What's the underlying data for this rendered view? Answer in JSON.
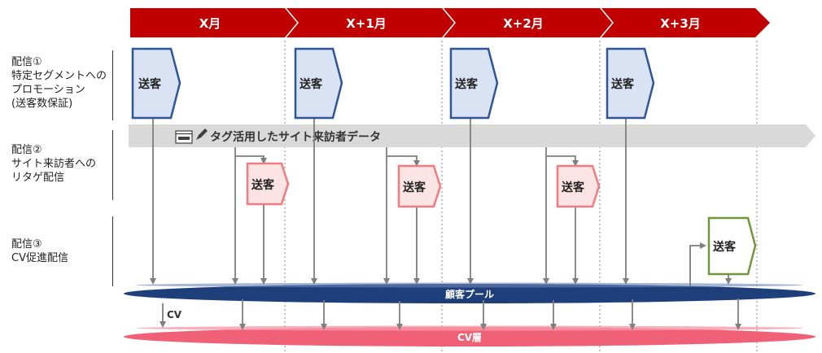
{
  "months": [
    "X月",
    "X+1月",
    "X+2月",
    "X+3月"
  ],
  "rows": [
    {
      "label": "配信①\n特定セグメントへの\nプロモーション\n(送客数保証)"
    },
    {
      "label": "配信②\nサイト来訪者への\nリタゲ配信"
    },
    {
      "label": "配信③\nCV促進配信"
    }
  ],
  "send_label": "送客",
  "tag_bar_label": "タグ活用したサイト来訪者データ",
  "pool_label": "顧客プール",
  "cv_layer_label": "CV層",
  "cv_label": "CV",
  "colors": {
    "month_red": "#c00000",
    "blue_border": "#2e5597",
    "blue_fill": "#dae3f3",
    "pink_border": "#f07b80",
    "pink_fill": "#fce4e4",
    "green_border": "#70973a",
    "green_fill": "#ffffff",
    "pool_blue": "#1f3f7a",
    "cv_pink": "#f06178",
    "grey_band": "#d9d9d9"
  }
}
